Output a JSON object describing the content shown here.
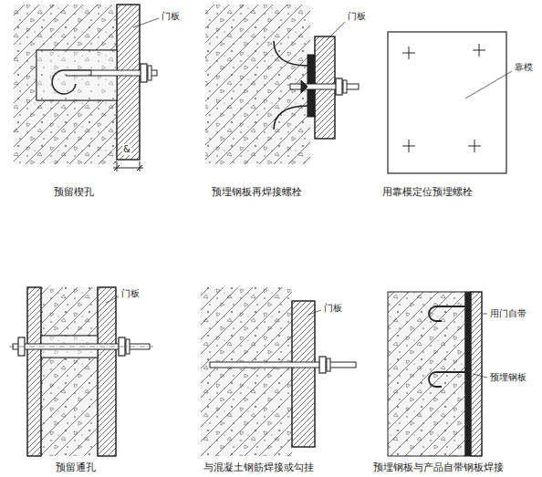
{
  "diagram": {
    "labels": [
      "门板",
      "&",
      "预留楔孔",
      "门板",
      "预埋钢板再焊接螺栓",
      "靠模",
      "用靠模定位预埋螺栓",
      "门板",
      "预留通孔",
      "门板",
      "与混凝土钢筋焊接或勾挂",
      "用门自带",
      "预埋钢板",
      "预埋钢板与产品自带钢板焊接"
    ]
  }
}
